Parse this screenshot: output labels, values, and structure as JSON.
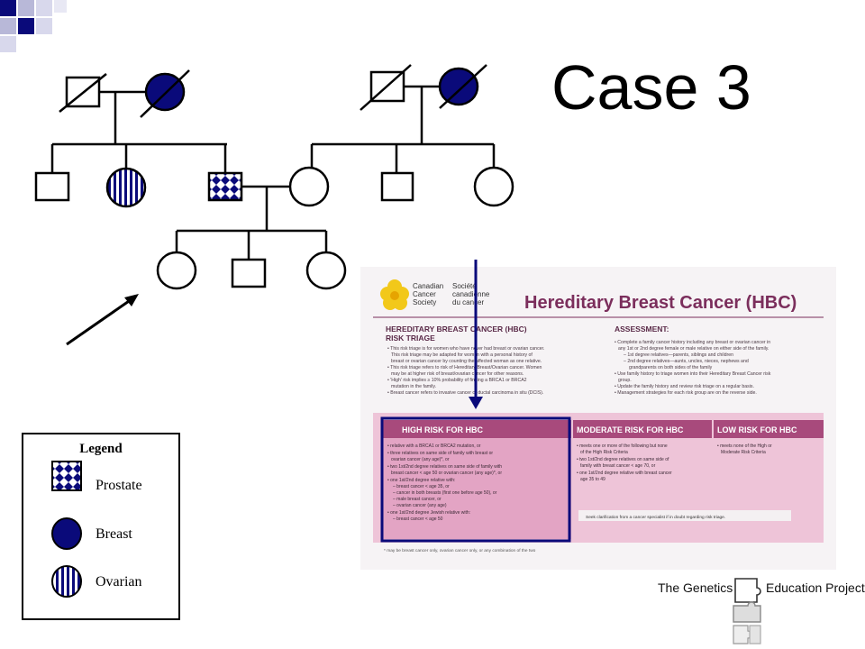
{
  "slide": {
    "title": "Case 3"
  },
  "legend": {
    "title": "Legend",
    "items": [
      {
        "label": "Prostate",
        "pattern": "checker"
      },
      {
        "label": "Breast",
        "pattern": "solid"
      },
      {
        "label": "Ovarian",
        "pattern": "stripes"
      }
    ]
  },
  "pedigree": {
    "colors": {
      "line": "#000000",
      "affected": "#0a0a7a",
      "pattern": "#0a0a7a"
    }
  },
  "hbc_card": {
    "org_en": [
      "Canadian",
      "Cancer",
      "Society"
    ],
    "org_fr": [
      "Société",
      "canadienne",
      "du cancer"
    ],
    "title": "Hereditary Breast Cancer (HBC)",
    "triage_heading": [
      "HEREDITARY BREAST CANCER (HBC)",
      "RISK TRIAGE"
    ],
    "triage_lines": [
      "• This risk triage is for women who have never had breast or ovarian cancer.",
      "This risk triage may be adapted for women with a personal history of",
      "breast or ovarian cancer by counting the affected woman as one relative.",
      "• This risk triage refers to risk of Hereditary Breast/Ovarian cancer. Women",
      "may be at higher risk of breast/ovarian cancer for other reasons.",
      "• 'High' risk implies ≥ 10% probability of finding a BRCA1 or BRCA2",
      "mutation in the family.",
      "• Breast cancer refers to invasive cancer or ductal carcinoma in situ (DCIS)."
    ],
    "assessment_heading": "ASSESSMENT:",
    "assessment_lines": [
      "• Complete a family cancer history including any breast or ovarian cancer in",
      "any 1st or 2nd degree female or male relative on either side of the family.",
      "– 1st degree relatives—parents, siblings and children",
      "– 2nd degree relatives—aunts, uncles, nieces, nephews and",
      "grandparents on both sides of the family",
      "• Use family history to triage women into their Hereditary Breast Cancer risk",
      "group.",
      "• Update the family history and review risk triage on a regular basis.",
      "• Management strategies for each risk group are on the reverse side."
    ],
    "high_heading": "HIGH RISK FOR HBC",
    "high_lines": [
      "• relative with a BRCA1 or BRCA2 mutation, or",
      "• three relatives on same side of family with breast or",
      "ovarian cancer (any age)*, or",
      "• two 1st/2nd degree relatives on same side of family with",
      "breast cancer < age 50 or ovarian cancer (any age)*, or",
      "• one 1st/2nd degree relative with:",
      "– breast cancer < age 35, or",
      "– cancer in both breasts (first one before age 50), or",
      "– male breast cancer, or",
      "– ovarian cancer (any age)",
      "• one 1st/2nd degree Jewish relative with:",
      "– breast cancer < age 50"
    ],
    "moderate_heading": "MODERATE RISK FOR HBC",
    "moderate_lines": [
      "• meets one or more of the following but none",
      "of the High Risk Criteria",
      "• two 1st/2nd degree relatives on same side of",
      "family with breast cancer < age 70, or",
      "• one 1st/2nd degree relative with breast cancer",
      "age 35 to 49"
    ],
    "low_heading": "LOW RISK FOR HBC",
    "low_lines": [
      "• meets none of the High or",
      "Moderate Risk Criteria"
    ],
    "clarify": "Seek clarification from a cancer specialist if in doubt regarding risk triage.",
    "footnote": "* may be breast cancer only, ovarian cancer only, or any combination of the two"
  },
  "logo": {
    "left_text": "The Genetics",
    "right_text": "Education Project"
  }
}
